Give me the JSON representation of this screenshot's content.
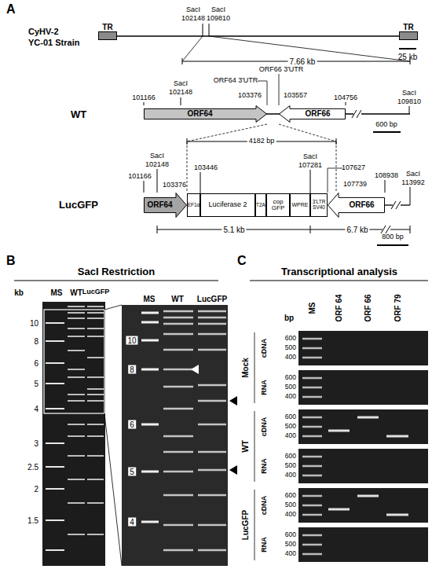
{
  "diagram": {
    "nodes": [
      {
        "text": [
          "TR"
        ]
      },
      {
        "text": [
          "TR"
        ]
      },
      {
        "text": [
          "ORF64"
        ]
      },
      {
        "text": [
          "ORF66"
        ]
      },
      {
        "text": [
          "ORF64"
        ]
      },
      {
        "text": [
          "EF1α"
        ]
      },
      {
        "text": [
          "Luciferase 2"
        ]
      },
      {
        "text": [
          "T2A"
        ]
      },
      {
        "text": [
          "cop GFP"
        ]
      },
      {
        "text": [
          "WPRE"
        ]
      },
      {
        "text": [
          "3'LTR SV40"
        ]
      },
      {
        "text": [
          "ORF66"
        ]
      }
    ],
    "labels": [
      "A",
      "CyHV-2",
      "YC-01 Strain",
      "SacI",
      "102148",
      "SacI",
      "109810",
      "7.66 kb",
      "25 kb",
      "ORF64 3'UTR",
      "ORF66 3'UTR",
      "103376",
      "103557",
      "101166",
      "SacI",
      "102148",
      "104756",
      "SacI",
      "109810",
      "WT",
      "600 bp",
      "4182 bp",
      "LucGFP",
      "SacI",
      "102148",
      "101166",
      "103446",
      "103376",
      "SacI",
      "107281",
      "107627",
      "107739",
      "108938",
      "SacI",
      "113992",
      "5.1 kb",
      "6.7 kb",
      "800 bp",
      "B",
      "SacI Restriction",
      "kb",
      "MS",
      "WT",
      "LucGFP",
      "10",
      "8",
      "6",
      "5",
      "4",
      "3",
      "2.5",
      "2",
      "1.5",
      "MS",
      "WT",
      "LucGFP",
      "10",
      "8",
      "6",
      "5",
      "4",
      "C",
      "Transcriptional analysis",
      "bp",
      "MS",
      "ORF 64",
      "ORF 66",
      "ORF 79",
      "Mock",
      "cDNA",
      "600",
      "500",
      "400",
      "RNA",
      "600",
      "500",
      "400",
      "WT",
      "cDNA",
      "600",
      "500",
      "400",
      "RNA",
      "600",
      "500",
      "400",
      "LucGFP",
      "cDNA",
      "600",
      "500",
      "400",
      "RNA",
      "600",
      "500",
      "400"
    ]
  }
}
